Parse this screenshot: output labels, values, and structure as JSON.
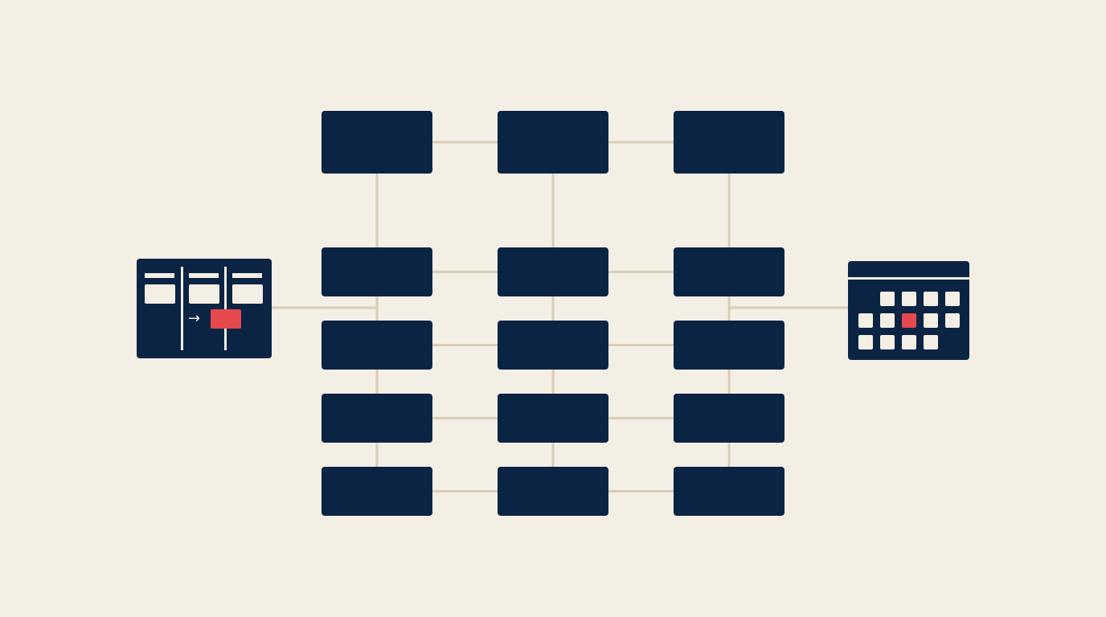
{
  "colors": {
    "background": "#f3efe4",
    "node": "#0b2444",
    "connector": "#d9cdb8",
    "panel_light": "#f3efe4",
    "accent": "#e5484d"
  },
  "grid": {
    "columns": 3,
    "rows": 5
  },
  "kanban_icon": {
    "name": "kanban-board-icon",
    "columns": 3,
    "moved_card_highlighted": true,
    "arrow_glyph": "→"
  },
  "calendar_icon": {
    "name": "calendar-icon",
    "cells_per_row": [
      4,
      5,
      4
    ],
    "highlighted_cell": "row 2, cell 3"
  }
}
